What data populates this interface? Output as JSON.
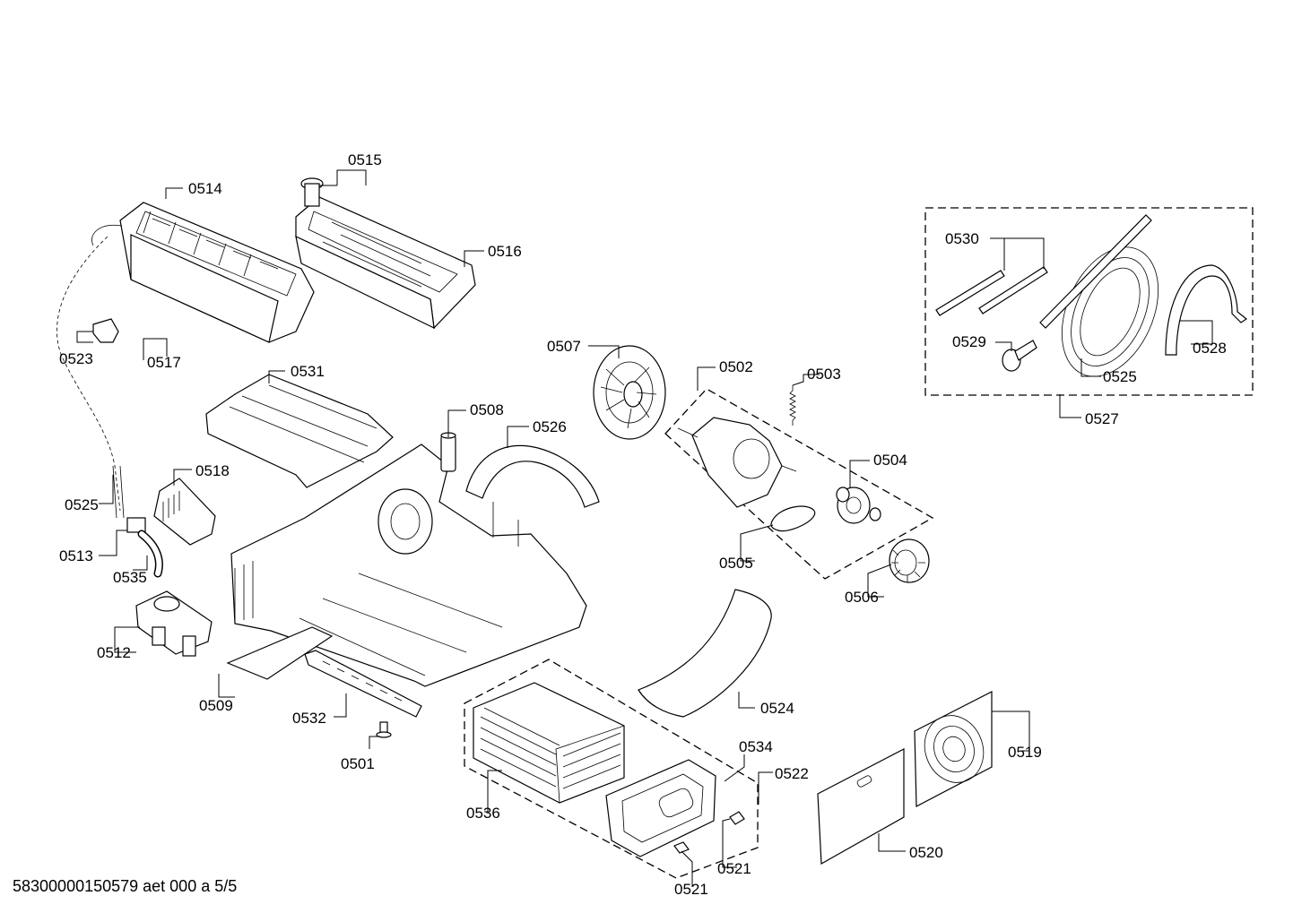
{
  "footer": "58300000150579 aet 000 a 5/5",
  "labels": {
    "p0501": "0501",
    "p0502": "0502",
    "p0503": "0503",
    "p0504": "0504",
    "p0505": "0505",
    "p0506": "0506",
    "p0507": "0507",
    "p0508": "0508",
    "p0509": "0509",
    "p0512": "0512",
    "p0513": "0513",
    "p0514": "0514",
    "p0515": "0515",
    "p0516": "0516",
    "p0517": "0517",
    "p0518": "0518",
    "p0519": "0519",
    "p0520": "0520",
    "p0521a": "0521",
    "p0521b": "0521",
    "p0522": "0522",
    "p0523": "0523",
    "p0524": "0524",
    "p0525a": "0525",
    "p0525b": "0525",
    "p0526": "0526",
    "p0527": "0527",
    "p0528": "0528",
    "p0529": "0529",
    "p0530": "0530",
    "p0531": "0531",
    "p0532": "0532",
    "p0534": "0534",
    "p0535": "0535",
    "p0536": "0536"
  }
}
